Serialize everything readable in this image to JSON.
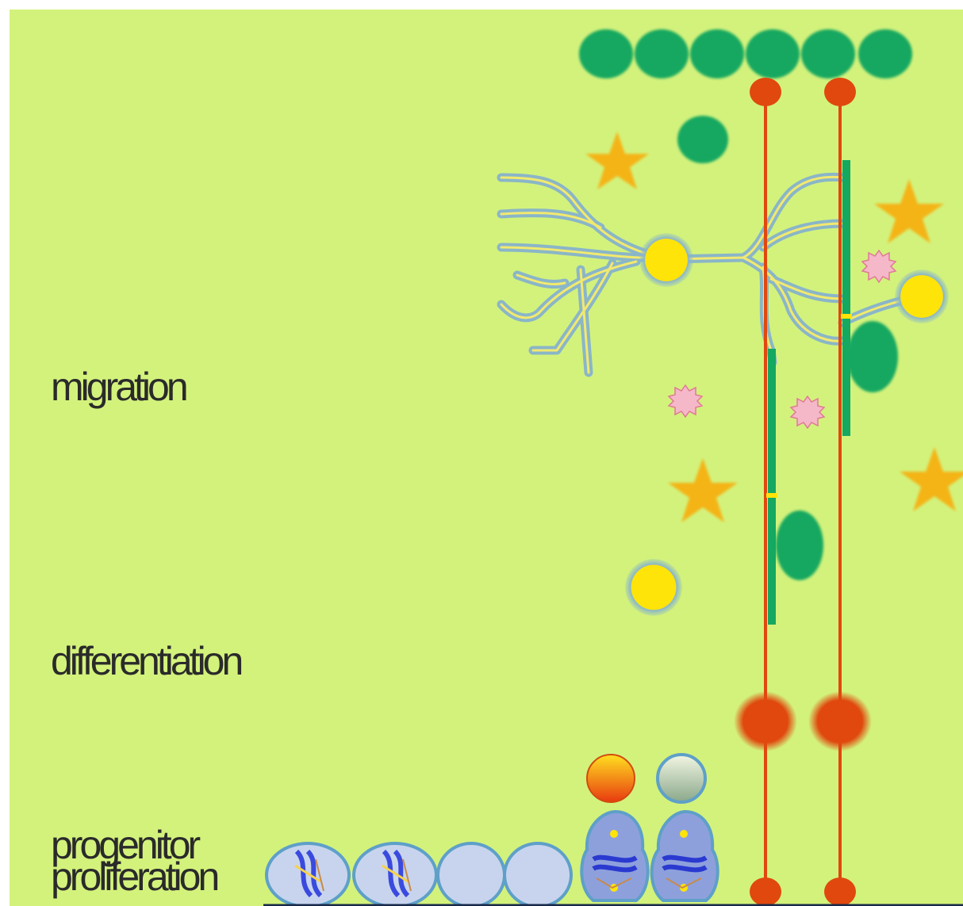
{
  "labels": {
    "migration": "migration",
    "differentiation": "differentiation",
    "progenitor": "progenitor",
    "proliferation": "proliferation"
  },
  "colors": {
    "background": "#d3f27c",
    "green_cell": "#14a860",
    "red_fiber": "#e0480e",
    "neuron_yellow": "#ffe40a",
    "neuron_outline": "#8ab6c8",
    "star": "#f4b418",
    "pink_cell": "#f5b8c8",
    "progenitor_cell": "#c8d4ee"
  }
}
